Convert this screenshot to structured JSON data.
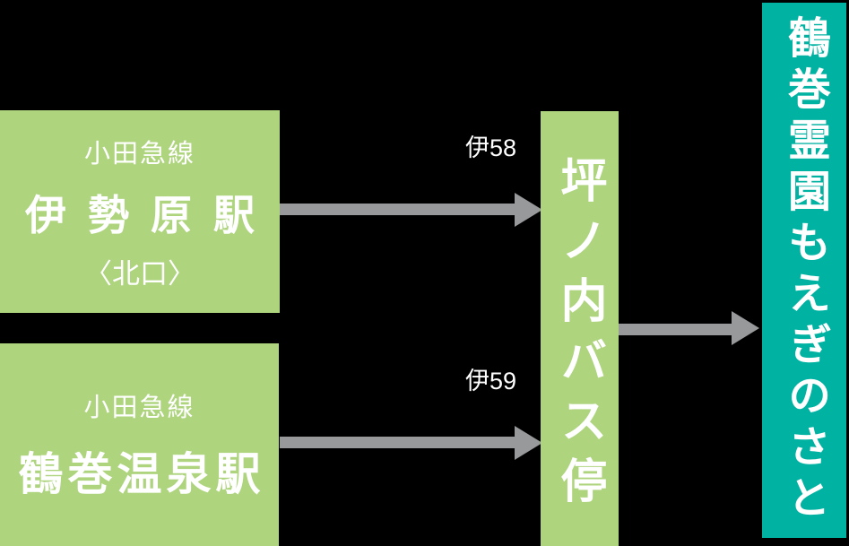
{
  "colors": {
    "background": "#000000",
    "station_box_green": "#aed47e",
    "destination_box_teal": "#00b2a2",
    "arrow_gray": "#97999b",
    "text_white": "#ffffff"
  },
  "stations": {
    "isehara": {
      "line": "小田急線",
      "name": "伊勢原駅",
      "exit": "〈北口〉"
    },
    "tsurumaki_onsen": {
      "line": "小田急線",
      "name": "鶴巻温泉駅"
    }
  },
  "bus_stop": {
    "name": "坪ノ内バス停"
  },
  "destination": {
    "name": "鶴巻霊園もえぎのさと"
  },
  "routes": {
    "from_isehara": {
      "label": "伊58",
      "from": "伊勢原駅〈北口〉",
      "to": "坪ノ内バス停"
    },
    "from_tsurumaki": {
      "label": "伊59",
      "from": "鶴巻温泉駅",
      "to": "坪ノ内バス停"
    },
    "final_leg": {
      "from": "坪ノ内バス停",
      "to": "鶴巻霊園もえぎのさと"
    }
  }
}
